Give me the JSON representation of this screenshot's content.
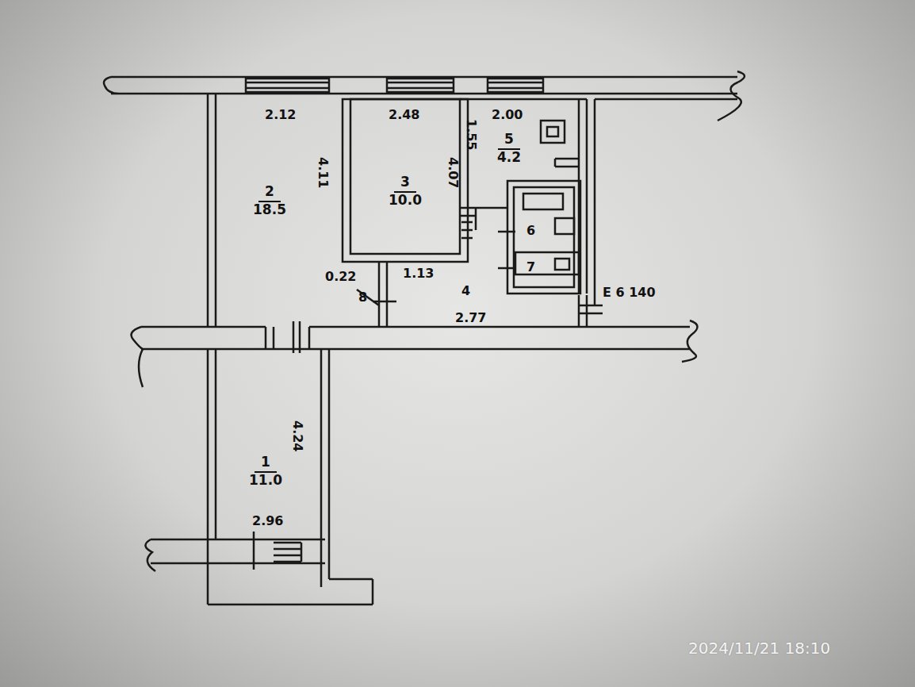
{
  "diagram": {
    "nodes": [
      {
        "text": [
          "2",
          "18.5"
        ]
      },
      {
        "text": [
          "3",
          "10.0"
        ]
      },
      {
        "text": [
          "5",
          "4.2"
        ]
      },
      {
        "text": [
          "1",
          "11.0"
        ]
      }
    ],
    "labels": [
      "2.12",
      "2.48",
      "2.00",
      "4.11",
      "4.07",
      "1.55",
      "6",
      "7",
      "0.22",
      "1.13",
      "8",
      "4",
      "2.77",
      "E 6 140",
      "4.24",
      "2.96",
      "2024/11/21  18:10"
    ]
  }
}
